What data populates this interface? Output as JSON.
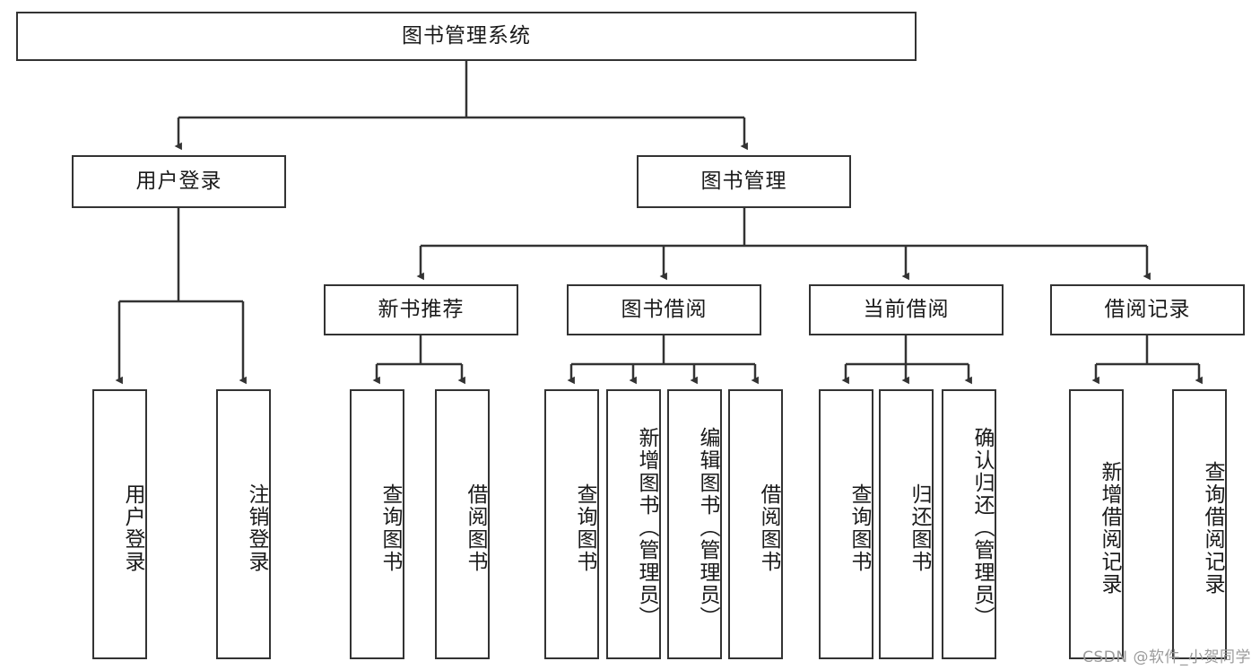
{
  "diagram": {
    "type": "tree-hierarchy",
    "title": "图书管理系统",
    "watermark": "CSDN @软件_小贺同学",
    "colors": {
      "box_border": "#333333",
      "box_fill": "#ffffff",
      "edge": "#333333",
      "text": "#1a1a1a",
      "watermark": "#9b9b9b",
      "background": "#ffffff"
    },
    "levels": {
      "root": {
        "label": "图书管理系统"
      },
      "level2": [
        {
          "label": "用户登录"
        },
        {
          "label": "图书管理"
        }
      ],
      "level3": [
        {
          "label": "新书推荐"
        },
        {
          "label": "图书借阅"
        },
        {
          "label": "当前借阅"
        },
        {
          "label": "借阅记录"
        }
      ],
      "leaves": {
        "user_login": [
          {
            "label": "用户登录"
          },
          {
            "label": "注销登录"
          }
        ],
        "new_book_recommend": [
          {
            "label": "查询图书"
          },
          {
            "label": "借阅图书"
          }
        ],
        "book_borrow": [
          {
            "label": "查询图书"
          },
          {
            "label": "新增图书（管理员）"
          },
          {
            "label": "编辑图书（管理员）"
          },
          {
            "label": "借阅图书"
          }
        ],
        "current_borrow": [
          {
            "label": "查询图书"
          },
          {
            "label": "归还图书"
          },
          {
            "label": "确认归还（管理员）"
          }
        ],
        "borrow_record": [
          {
            "label": "新增借阅记录"
          },
          {
            "label": "查询借阅记录"
          }
        ]
      }
    }
  }
}
